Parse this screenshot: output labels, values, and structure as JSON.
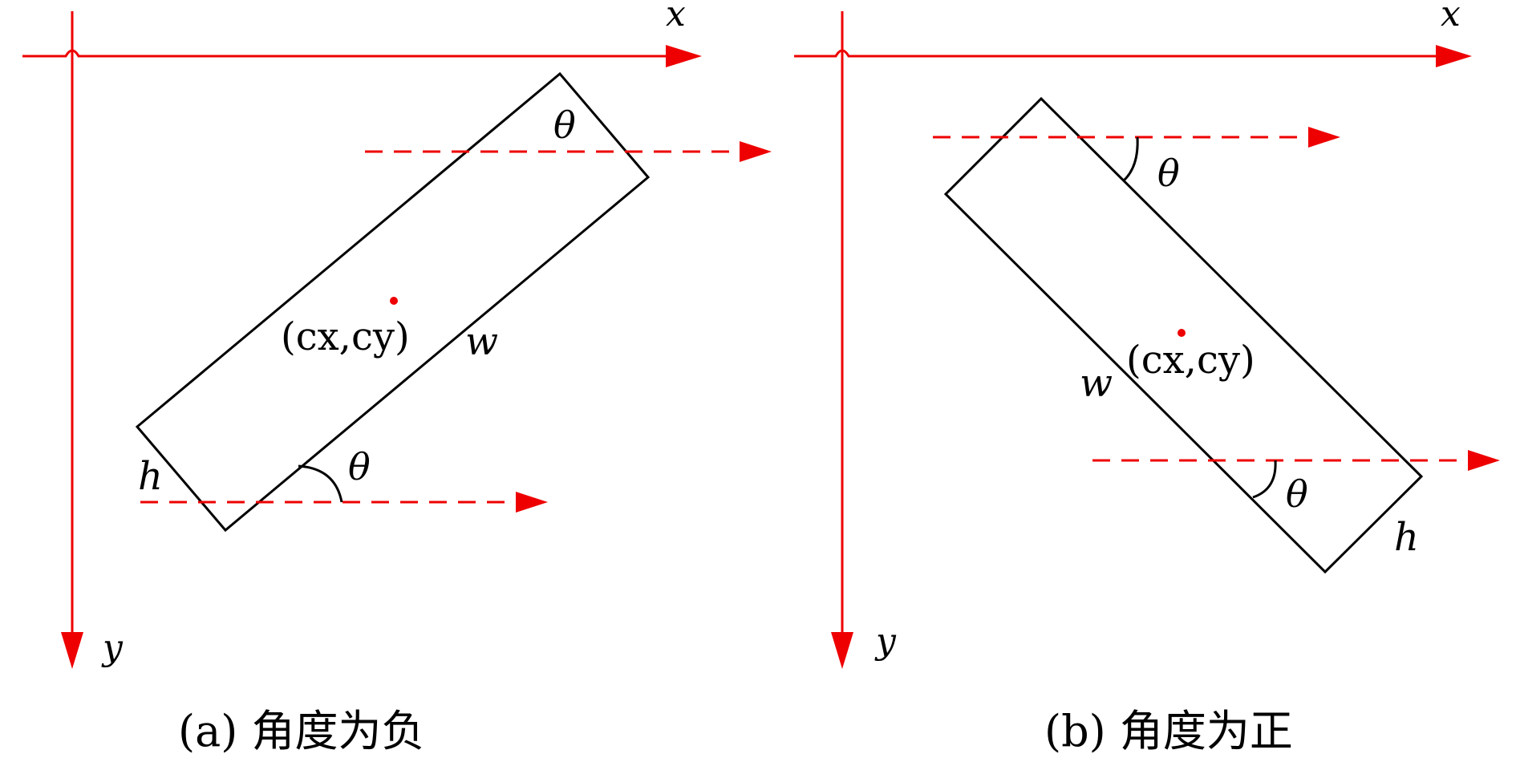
{
  "panels": [
    {
      "axis_x_label": "x",
      "axis_y_label": "y",
      "theta_label_top": "θ",
      "theta_label_bottom": "θ",
      "center_label": "(cx,cy)",
      "width_label": "w",
      "height_label": "h",
      "caption": "(a) 角度为负"
    },
    {
      "axis_x_label": "x",
      "axis_y_label": "y",
      "theta_label_top": "θ",
      "theta_label_bottom": "θ",
      "center_label": "(cx,cy)",
      "width_label": "w",
      "height_label": "h",
      "caption": "(b) 角度为正"
    }
  ],
  "colors": {
    "axis": "#ee0000",
    "box": "#000000",
    "reference": "#ee0000",
    "center": "#ee0000"
  }
}
